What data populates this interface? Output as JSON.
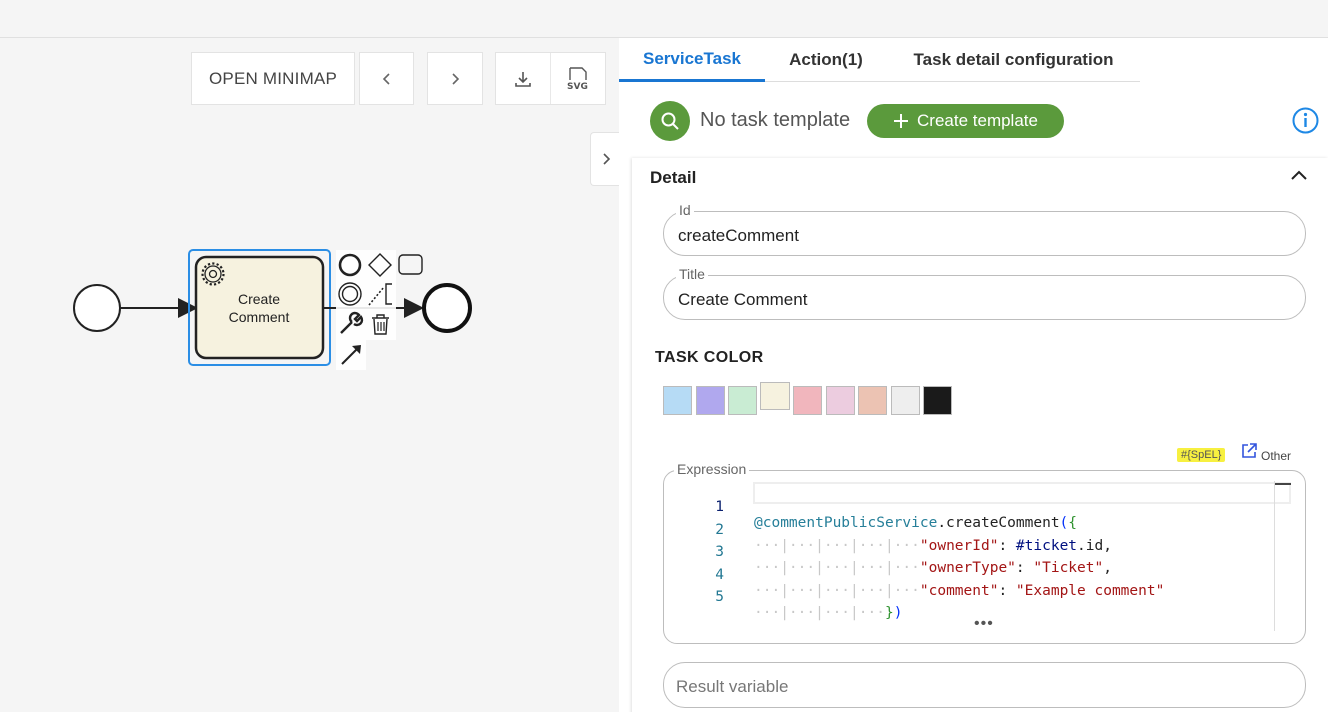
{
  "toolbar": {
    "minimap_label": "OPEN MINIMAP",
    "svg_label": "SVG"
  },
  "diagram": {
    "task_label_line1": "Create",
    "task_label_line2": "Comment"
  },
  "tabs": [
    {
      "label": "ServiceTask",
      "active": true
    },
    {
      "label": "Action(1)",
      "active": false
    },
    {
      "label": "Task detail configuration",
      "active": false
    }
  ],
  "template": {
    "none_text": "No task template",
    "create_label": "Create template"
  },
  "detail": {
    "title": "Detail",
    "id_label": "Id",
    "id_value": "createComment",
    "title_label": "Title",
    "title_value": "Create Comment",
    "task_color_title": "TASK COLOR",
    "colors": [
      "#b6dbf5",
      "#b0a8ee",
      "#c9ecd3",
      "#f6f2df",
      "#f1b6bd",
      "#ecccdf",
      "#ecc3b3",
      "#eeeeee",
      "#1a1a1a"
    ],
    "selected_color_index": 3
  },
  "expression": {
    "label": "Expression",
    "spel_badge": "#{SpEL}",
    "other_label": "Other",
    "line_numbers": [
      "1",
      "2",
      "3",
      "4",
      "5"
    ],
    "l1_at": "@commentPublicService",
    "l1_fn": ".createComment",
    "l1_p": "(",
    "l1_b": "{",
    "l2_key": "\"ownerId\"",
    "l2_sep": ": ",
    "l2_var": "#ticket",
    "l2_rest": ".id,",
    "l3_key": "\"ownerType\"",
    "l3_sep": ": ",
    "l3_val": "\"Ticket\"",
    "l3_end": ",",
    "l4_key": "\"comment\"",
    "l4_sep": ": ",
    "l4_val": "\"Example comment\"",
    "l5_b": "}",
    "l5_p": ")"
  },
  "result": {
    "placeholder": "Result variable"
  }
}
